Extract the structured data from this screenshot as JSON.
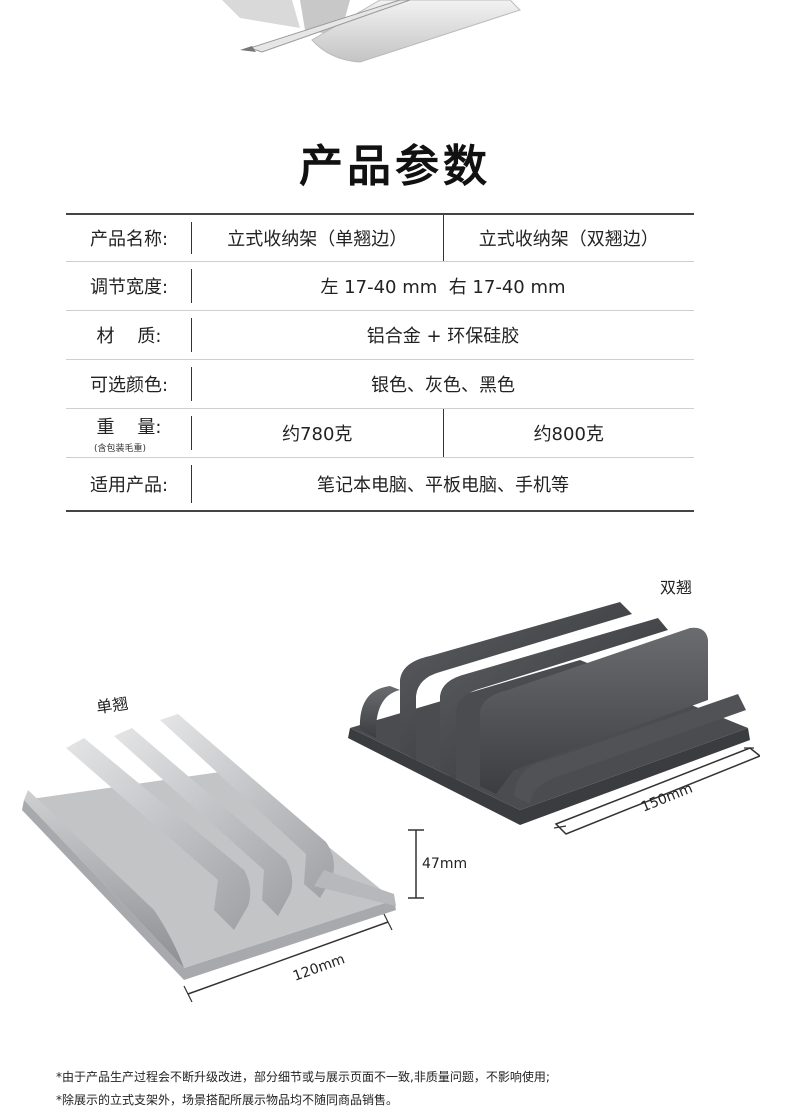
{
  "title": "产品参数",
  "table": {
    "rows": [
      {
        "label": "产品名称:",
        "values": [
          "立式收纳架（单翘边）",
          "立式收纳架（双翘边）"
        ]
      },
      {
        "label": "调节宽度:",
        "values": [
          "左 17-40 mm  右 17-40 mm"
        ]
      },
      {
        "label": "材    质:",
        "values": [
          "铝合金 + 环保硅胶"
        ]
      },
      {
        "label": "可选颜色:",
        "values": [
          "银色、灰色、黑色"
        ]
      },
      {
        "label": "重    量:",
        "sublabel": "(含包装毛重)",
        "values": [
          "约780克",
          "约800克"
        ]
      },
      {
        "label": "适用产品:",
        "values": [
          "笔记本电脑、平板电脑、手机等"
        ]
      }
    ]
  },
  "figure": {
    "single_label": "单翘",
    "double_label": "双翘",
    "dim_150": "150mm",
    "dim_47": "47mm",
    "dim_120": "120mm"
  },
  "notes": [
    "*由于产品生产过程会不断升级改进，部分细节或与展示页面不一致,非质量问题，不影响使用;",
    "*除展示的立式支架外，场景搭配所展示物品均不随同商品销售。"
  ]
}
